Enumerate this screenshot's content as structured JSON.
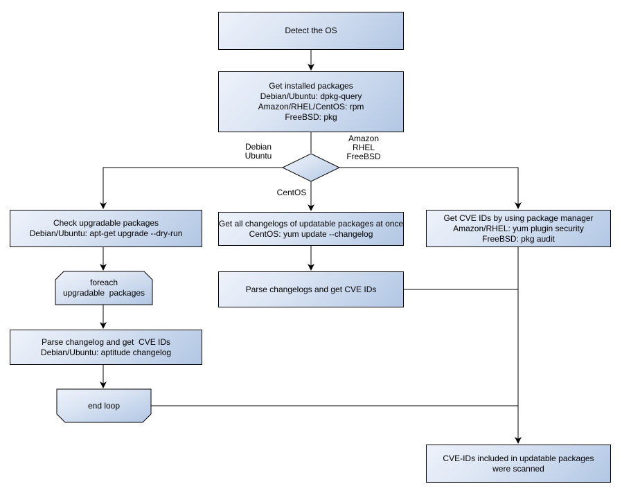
{
  "diagram": {
    "type": "flowchart",
    "subject": "OS package CVE scanning workflow"
  },
  "colors": {
    "node_fill_light": "#eef2fa",
    "node_fill_dark": "#b2c7e4",
    "node_border": "#000000",
    "edge_stroke": "#000000",
    "text": "#000000",
    "background": "#ffffff"
  },
  "nodes": {
    "detect_os": {
      "lines": [
        "Detect the OS"
      ]
    },
    "get_installed": {
      "lines": [
        "Get installed packages",
        "Debian/Ubuntu: dpkg-query",
        "Amazon/RHEL/CentOS: rpm",
        "FreeBSD: pkg"
      ]
    },
    "os_decision": {
      "shape": "diamond",
      "lines": []
    },
    "check_upgradable": {
      "lines": [
        "Check upgradable packages",
        "Debian/Ubuntu: apt-get upgrade --dry-run"
      ]
    },
    "changelogs_once": {
      "lines": [
        "Get all changelogs of updatable packages at once",
        "CentOS: yum update --changelog"
      ]
    },
    "cve_pkg_manager": {
      "lines": [
        "Get CVE IDs by using package manager",
        "Amazon/RHEL: yum plugin security",
        "FreeBSD: pkg audit"
      ]
    },
    "foreach_loop": {
      "shape": "loop-start",
      "lines": [
        "foreach",
        "upgradable  packages"
      ]
    },
    "parse_changelogs": {
      "lines": [
        "Parse changelogs and get CVE IDs"
      ]
    },
    "parse_changelog_left": {
      "lines": [
        "Parse changelog and get  CVE IDs",
        "Debian/Ubuntu: aptitude changelog"
      ]
    },
    "end_loop": {
      "shape": "loop-end",
      "lines": [
        "end loop"
      ]
    },
    "scanned": {
      "lines": [
        "CVE-IDs included in updatable packages",
        "were scanned"
      ]
    }
  },
  "edge_labels": {
    "left_branch": {
      "lines": [
        "Debian",
        "Ubuntu"
      ]
    },
    "right_branch": {
      "lines": [
        "Amazon",
        "RHEL",
        "FreeBSD"
      ]
    },
    "down_branch": {
      "lines": [
        "CentOS"
      ]
    }
  }
}
